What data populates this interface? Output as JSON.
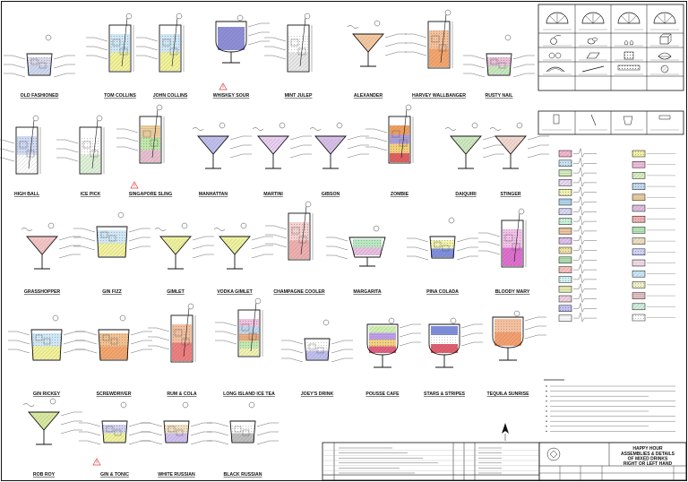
{
  "drinks": [
    {
      "id": "old-fashioned",
      "name": "OLD FASHIONED",
      "type": "rocks",
      "layers": [
        "#cfd8f2",
        "#d8d8ec"
      ]
    },
    {
      "id": "tom-collins",
      "name": "TOM COLLINS",
      "type": "collins",
      "layers": [
        "#f2f29a",
        "#cfe6f5"
      ]
    },
    {
      "id": "john-collins",
      "name": "JOHN COLLINS",
      "type": "collins",
      "layers": [
        "#f2f29a",
        "#cfe6f5"
      ]
    },
    {
      "id": "whiskey-sour",
      "name": "WHISKEY SOUR",
      "type": "sour",
      "layers": [
        "#8f8fd8"
      ]
    },
    {
      "id": "mint-julep",
      "name": "MINT JULEP",
      "type": "collins",
      "layers": [
        "#e8e8e8",
        "#ffffff"
      ]
    },
    {
      "id": "alexander",
      "name": "ALEXANDER",
      "type": "martini",
      "layers": [
        "#f4c9a0",
        "#e8c0e0"
      ]
    },
    {
      "id": "harvey-wallbanger",
      "name": "HARVEY WALLBANGER",
      "type": "collins",
      "layers": [
        "#f4a66e",
        "#f4c09a"
      ]
    },
    {
      "id": "rusty-nail",
      "name": "RUSTY NAIL",
      "type": "rocks",
      "layers": [
        "#c8e8c0",
        "#e9c0d8"
      ]
    },
    {
      "id": "high-ball",
      "name": "HIGH BALL",
      "type": "collins",
      "layers": [
        "#ffffff",
        "#cfd8f2"
      ]
    },
    {
      "id": "ice-pick",
      "name": "ICE PICK",
      "type": "collins",
      "layers": [
        "#dff2d8",
        "#ffffff"
      ]
    },
    {
      "id": "singapore-sling",
      "name": "SINGAPORE SLING",
      "type": "collins",
      "layers": [
        "#e8c0d0",
        "#bfe8a8",
        "#f2d2a0"
      ]
    },
    {
      "id": "manhattan",
      "name": "MANHATTAN",
      "type": "martini",
      "layers": [
        "#c0c0ec"
      ]
    },
    {
      "id": "martini",
      "name": "MARTINI",
      "type": "martini",
      "layers": [
        "#e8d0f0"
      ]
    },
    {
      "id": "gibson",
      "name": "GIBSON",
      "type": "martini",
      "layers": [
        "#d8c0e8"
      ]
    },
    {
      "id": "zombie",
      "name": "ZOMBIE",
      "type": "collins",
      "layers": [
        "#e06060",
        "#f2d07a",
        "#b0a0e0",
        "#f0a060"
      ]
    },
    {
      "id": "daiquiri",
      "name": "DAIQUIRI",
      "type": "martini",
      "layers": [
        "#cfe8c0"
      ]
    },
    {
      "id": "stinger",
      "name": "STINGER",
      "type": "martini",
      "layers": [
        "#f2d8d0"
      ]
    },
    {
      "id": "grasshopper",
      "name": "GRASSHOPPER",
      "type": "martini",
      "layers": [
        "#f4c6c6",
        "#f2f2b0"
      ]
    },
    {
      "id": "gin-fizz",
      "name": "GIN FIZZ",
      "type": "rocks-tall",
      "layers": [
        "#f2f2a0",
        "#cfe6f5"
      ]
    },
    {
      "id": "gimlet",
      "name": "GIMLET",
      "type": "martini",
      "layers": [
        "#eef2a0"
      ]
    },
    {
      "id": "vodka-gimlet",
      "name": "VODKA GIMLET",
      "type": "martini",
      "layers": [
        "#eef2a0"
      ]
    },
    {
      "id": "champagne-cooler",
      "name": "CHAMPAGNE COOLER",
      "type": "collins",
      "layers": [
        "#f0b0b0",
        "#f6d0d0"
      ]
    },
    {
      "id": "margarita",
      "name": "MARGARITA",
      "type": "coupe",
      "layers": [
        "#e8c0e0",
        "#b8e8c0"
      ]
    },
    {
      "id": "pina-colada",
      "name": "PINA COLADA",
      "type": "rocks",
      "layers": [
        "#8090e0",
        "#f2f2b0"
      ]
    },
    {
      "id": "bloody-mary",
      "name": "BLOODY MARY",
      "type": "collins",
      "layers": [
        "#e070d0",
        "#f2c0e8"
      ]
    },
    {
      "id": "gin-rickey",
      "name": "GIN RICKEY",
      "type": "rocks-tall",
      "layers": [
        "#f2f29a",
        "#cfe6f5"
      ]
    },
    {
      "id": "screwdriver",
      "name": "SCREWDRIVER",
      "type": "rocks-tall",
      "layers": [
        "#f4a66e",
        "#f0c090"
      ]
    },
    {
      "id": "rum-cola",
      "name": "RUM & COLA",
      "type": "collins",
      "layers": [
        "#f08080",
        "#f2c0a0"
      ]
    },
    {
      "id": "long-island",
      "name": "LONG ISLAND ICE TEA",
      "type": "collins",
      "layers": [
        "#f2f2b0",
        "#c0e8b0",
        "#f0b080",
        "#c0d8f0",
        "#f0c0e0"
      ]
    },
    {
      "id": "joeys-drink",
      "name": "JOEY'S DRINK",
      "type": "rocks",
      "layers": [
        "#c0c0f0",
        "#ffffff"
      ]
    },
    {
      "id": "pousse-cafe",
      "name": "POUSSE CAFE",
      "type": "wine",
      "layers": [
        "#e06080",
        "#f0d080",
        "#c0a0f0",
        "#d0f0b0"
      ]
    },
    {
      "id": "stars-stripes",
      "name": "STARS & STRIPES",
      "type": "wine",
      "layers": [
        "#e06070",
        "#ffffff",
        "#8090e0"
      ]
    },
    {
      "id": "tequila-sunrise",
      "name": "TEQUILA SUNRISE",
      "type": "wine",
      "layers": [
        "#f4a070",
        "#f6c0a0"
      ]
    },
    {
      "id": "rob-roy",
      "name": "ROB ROY",
      "type": "martini",
      "layers": [
        "#d8e8a0",
        "#c8e8b0"
      ]
    },
    {
      "id": "gin-tonic",
      "name": "GIN & TONIC",
      "type": "rocks",
      "layers": [
        "#f2f2a0",
        "#d0d0f0"
      ]
    },
    {
      "id": "white-russian",
      "name": "WHITE RUSSIAN",
      "type": "rocks",
      "layers": [
        "#d0c0f0",
        "#f0e0c0"
      ]
    },
    {
      "id": "black-russian",
      "name": "BLACK RUSSIAN",
      "type": "rocks",
      "layers": [
        "#c0c0c0",
        "#ffffff"
      ]
    }
  ],
  "legend_swatches": [
    "#f6b6d0",
    "#c8e0f0",
    "#d8f0c0",
    "#e8d8f0",
    "#f0f0b0",
    "#b0d8f0",
    "#d8d8f8",
    "#c8f0d8",
    "#f0c8a0",
    "#e0c0f0",
    "#f0e0a0",
    "#b0e0b0",
    "#f8c0c0",
    "#d0f0f0",
    "#e8f0b0",
    "#f0d0e0",
    "#c0c0f0",
    "#ffffff"
  ],
  "legend_swatches_right": [
    "#f0f0a0",
    "#f6c0e0",
    "#d8f0c0",
    "#c0d8f0",
    "#f0d0a0",
    "#e0c0e0",
    "#f0b0b0",
    "#b8e8b8",
    "#f0e0c0",
    "#d0d0f8",
    "#f8e0f0",
    "#c8e8f8",
    "#f0f0c8",
    "#e8c0c8",
    "#d0f0e0",
    "#ffffff"
  ],
  "colors": {
    "ink": "#111111",
    "ice": "#cfe6f5",
    "warning": "#e04040"
  },
  "title_block": {
    "title_line1": "HAPPY HOUR",
    "title_line2": "ASSEMBLIES & DETAILS",
    "title_line3": "OF MIXED DRINKS",
    "title_line4": "RIGHT OR LEFT HAND"
  }
}
